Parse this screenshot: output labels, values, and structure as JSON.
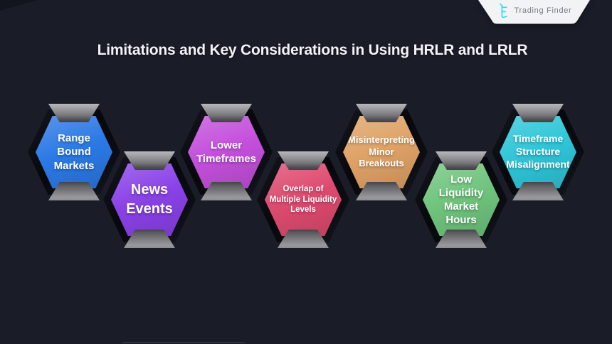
{
  "page": {
    "title": "Limitations and Key Considerations in Using HRLR and LRLR",
    "background_color": "#1a1d28",
    "title_color": "#f2f4f7"
  },
  "brand": {
    "name": "Trading Finder",
    "icon": "trading-finder-logo-icon",
    "accent_color": "#2bd9ee",
    "badge_color": "#f2f3f5"
  },
  "diagram": {
    "items": [
      {
        "label": "Range Bound Markets",
        "lines": [
          "Range Bound",
          "Markets"
        ],
        "color": "#2b79e6",
        "row": "top"
      },
      {
        "label": "News Events",
        "lines": [
          "News",
          "Events"
        ],
        "color": "#8a41e8",
        "row": "bottom"
      },
      {
        "label": "Lower Timeframes",
        "lines": [
          "Lower",
          "Timeframes"
        ],
        "color": "#c44fdc",
        "row": "top"
      },
      {
        "label": "Overlap of Multiple Liquidity Levels",
        "lines": [
          "Overlap of",
          "Multiple Liquidity",
          "Levels"
        ],
        "color": "#dd4a6f",
        "row": "bottom"
      },
      {
        "label": "Misinterpreting Minor Breakouts",
        "lines": [
          "Misinterpreting",
          "Minor",
          "Breakouts"
        ],
        "color": "#dfa266",
        "row": "top"
      },
      {
        "label": "Low Liquidity Market Hours",
        "lines": [
          "Low Liquidity",
          "Market",
          "Hours"
        ],
        "color": "#6fc47d",
        "row": "bottom"
      },
      {
        "label": "Timeframe Structure Misalignment",
        "lines": [
          "Timeframe",
          "Structure",
          "Misalignment"
        ],
        "color": "#2ec6d8",
        "row": "top"
      }
    ],
    "clamp_color": "#8e8e92",
    "frame_color": "#0a0c11"
  }
}
